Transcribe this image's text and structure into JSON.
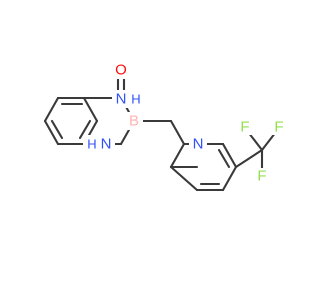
{
  "molecule": {
    "colors": {
      "bond": "#3a3a3a",
      "oxygen": "#ff0d0d",
      "nitrogen": "#3050f8",
      "boron": "#ffb5b5",
      "fluorine": "#90e050"
    },
    "atoms": {
      "o": {
        "element": "O"
      },
      "n3": {
        "element": "N",
        "h": "H"
      },
      "b": {
        "element": "B"
      },
      "n1": {
        "element": "N",
        "h": "H"
      },
      "n_py": {
        "element": "N"
      },
      "f1": {
        "element": "F"
      },
      "f2": {
        "element": "F"
      },
      "f3": {
        "element": "F"
      }
    }
  }
}
